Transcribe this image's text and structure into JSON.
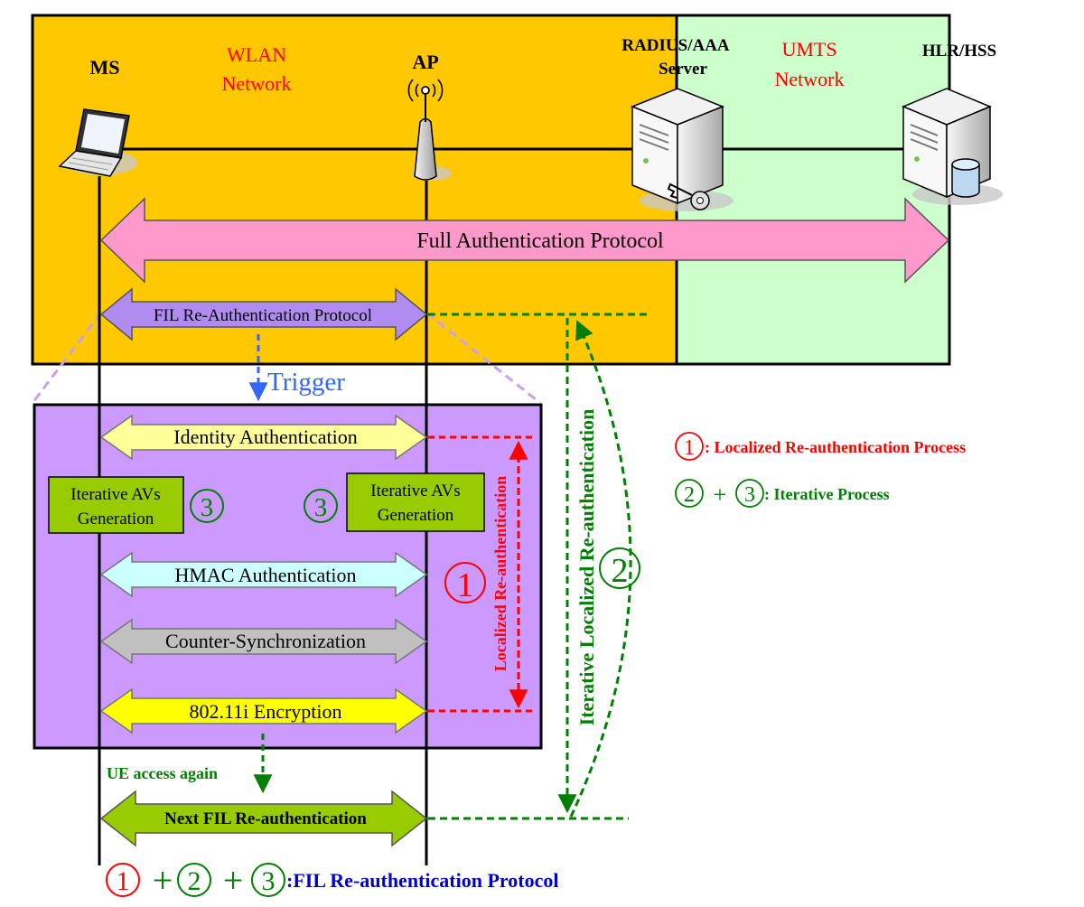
{
  "regions": {
    "wlan": {
      "line1": "WLAN",
      "line2": "Network"
    },
    "umts": {
      "line1": "UMTS",
      "line2": "Network"
    }
  },
  "nodes": {
    "ms": "MS",
    "ap": "AP",
    "radius": {
      "line1": "RADIUS/AAA",
      "line2": "Server"
    },
    "hlr": "HLR/HSS"
  },
  "arrows": {
    "full_auth": "Full Authentication Protocol",
    "fil_reauth": "FIL Re-Authentication Protocol",
    "trigger": "Trigger",
    "identity_auth": "Identity Authentication",
    "hmac_auth": "HMAC Authentication",
    "counter_sync": "Counter-Synchronization",
    "encryption": "802.11i Encryption",
    "next_fil": "Next FIL Re-authentication",
    "ue_access": "UE access again"
  },
  "boxes": {
    "iter_left": {
      "line1": "Iterative AVs",
      "line2": "Generation"
    },
    "iter_right": {
      "line1": "Iterative AVs",
      "line2": "Generation"
    }
  },
  "process_labels": {
    "localized": "Localized Re-authentication",
    "iterative": "Iterative Localized Re-authentication"
  },
  "markers": {
    "one": "1",
    "two": "2",
    "three": "3",
    "plus": "+"
  },
  "legend": {
    "item1": ": Localized Re-authentication Process",
    "item2": ": Iterative Process"
  },
  "footer": {
    "label": ":FIL Re-authentication Protocol"
  },
  "colors": {
    "wlan_bg": "#FFC800",
    "umts_bg": "#CCFFCC",
    "purple_bg": "#CC99FF",
    "pink_arrow": "#FF99CC",
    "lavender_arrow": "#B08CF0",
    "yellow_light": "#FFFF99",
    "cyan_light": "#CCFFFF",
    "gray": "#C0C0C0",
    "yellow": "#FFFF00",
    "green_box": "#99CC00",
    "red": "#FF0000",
    "green": "#008000",
    "blue": "#3366FF",
    "navy": "#0000CC"
  }
}
